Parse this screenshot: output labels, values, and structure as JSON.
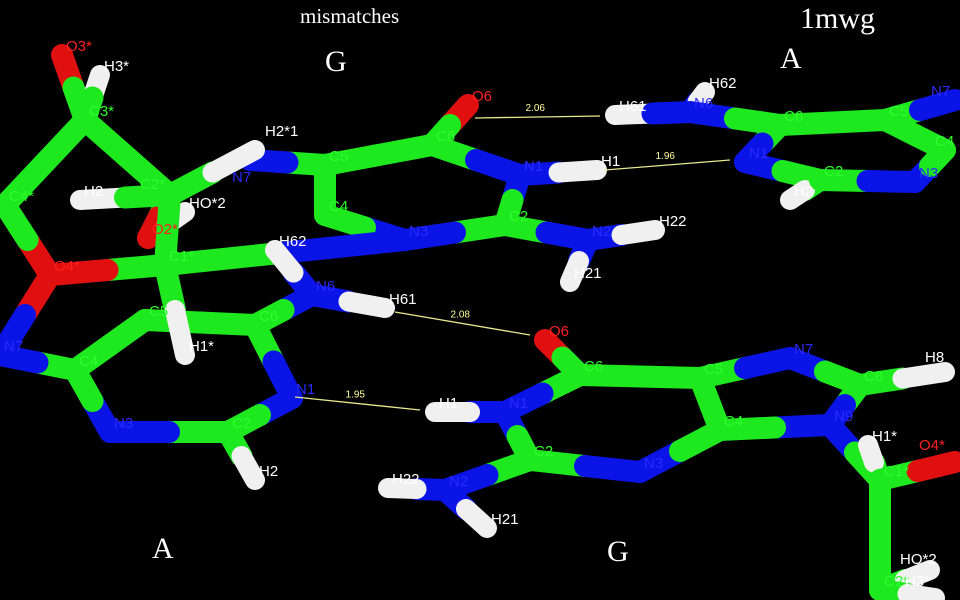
{
  "title": "mismatches",
  "structure_id": "1mwg",
  "base_labels": {
    "top_left": "G",
    "top_right": "A",
    "bottom_left": "A",
    "bottom_right": "G"
  },
  "colors": {
    "C": "#1ee81e",
    "N": "#0a14e6",
    "O": "#e01010",
    "H": "#f0f0f0",
    "hbond": "#e8e890",
    "background": "#000000"
  },
  "hbonds": [
    {
      "label": "2.06"
    },
    {
      "label": "1.96"
    },
    {
      "label": "2.08"
    },
    {
      "label": "1.95"
    }
  ],
  "atoms": {
    "gt_O6": "O6",
    "gt_C6": "C6",
    "gt_N1": "N1",
    "gt_H1": "H1",
    "gt_C2": "C2",
    "gt_N2": "N2",
    "gt_H22": "H22",
    "gt_H21": "H21",
    "gt_N3": "N3",
    "gt_C4": "C4",
    "gt_C5": "C5",
    "gt_N7": "N7",
    "at_H61": "H61",
    "at_N6": "N6",
    "at_H62": "H62",
    "at_C6": "C6",
    "at_N1": "N1",
    "at_C2": "C2",
    "at_H2": "H2",
    "at_N3": "N3",
    "at_C4": "C4",
    "at_C5": "C5",
    "at_N7": "N7",
    "s_O3": "O3*",
    "s_H3": "H3*",
    "s_C3": "C3*",
    "s_C2": "C2*",
    "s_H2": "H2*1",
    "s_O2": "O2*",
    "s_HO2": "HO*2",
    "s_Hx": "H2",
    "s_C1": "C1*",
    "s_O4": "O4*",
    "s_C4": "C4*",
    "ab_N6": "N6",
    "ab_H61": "H61",
    "ab_H62": "H62",
    "ab_C6": "C6",
    "ab_N1": "N1",
    "ab_C2": "C2",
    "ab_H2": "H2",
    "ab_N3": "N3",
    "ab_C4": "C4",
    "ab_C5": "C5",
    "ab_N7": "N7",
    "ab_H1s": "H1*",
    "gb_O6": "O6",
    "gb_C6": "C6",
    "gb_N1": "N1",
    "gb_H1": "H1",
    "gb_C2": "C2",
    "gb_N2": "N2",
    "gb_H22": "H22",
    "gb_H21": "H21",
    "gb_N3": "N3",
    "gb_C4": "C4",
    "gb_C5": "C5",
    "gb_N7": "N7",
    "gb_C8": "C8",
    "gb_H8": "H8",
    "gb_N9": "N9",
    "gb_C1": "C1*",
    "gb_H1s": "H1*",
    "gb_O4": "O4*",
    "gb_C2s": "C2*",
    "gb_HO": "HO*2",
    "gb_H3": "H3*"
  }
}
